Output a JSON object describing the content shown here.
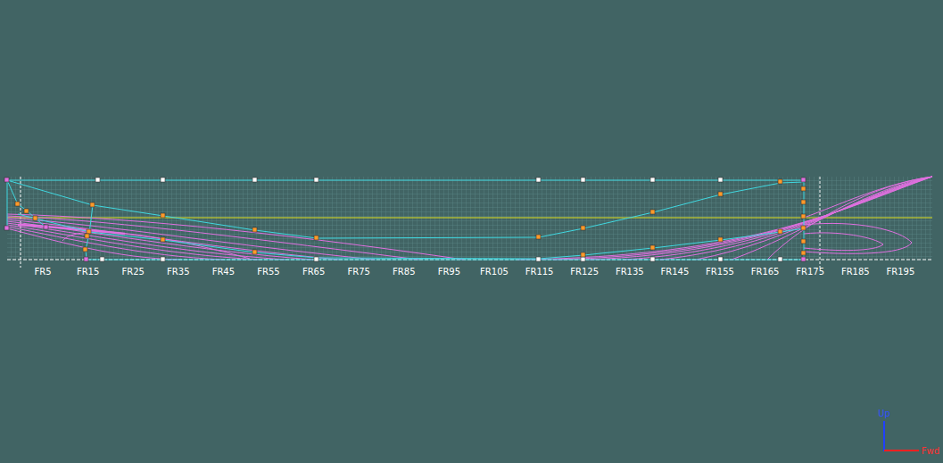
{
  "diagram": {
    "labels": [
      "FR5",
      "FR15",
      "FR25",
      "FR35",
      "FR45",
      "FR55",
      "FR65",
      "FR75",
      "FR85",
      "FR95",
      "FR105",
      "FR115",
      "FR125",
      "FR135",
      "FR145",
      "FR155",
      "FR165",
      "FR175",
      "FR185",
      "FR195",
      "Up",
      "Fwd"
    ]
  }
}
